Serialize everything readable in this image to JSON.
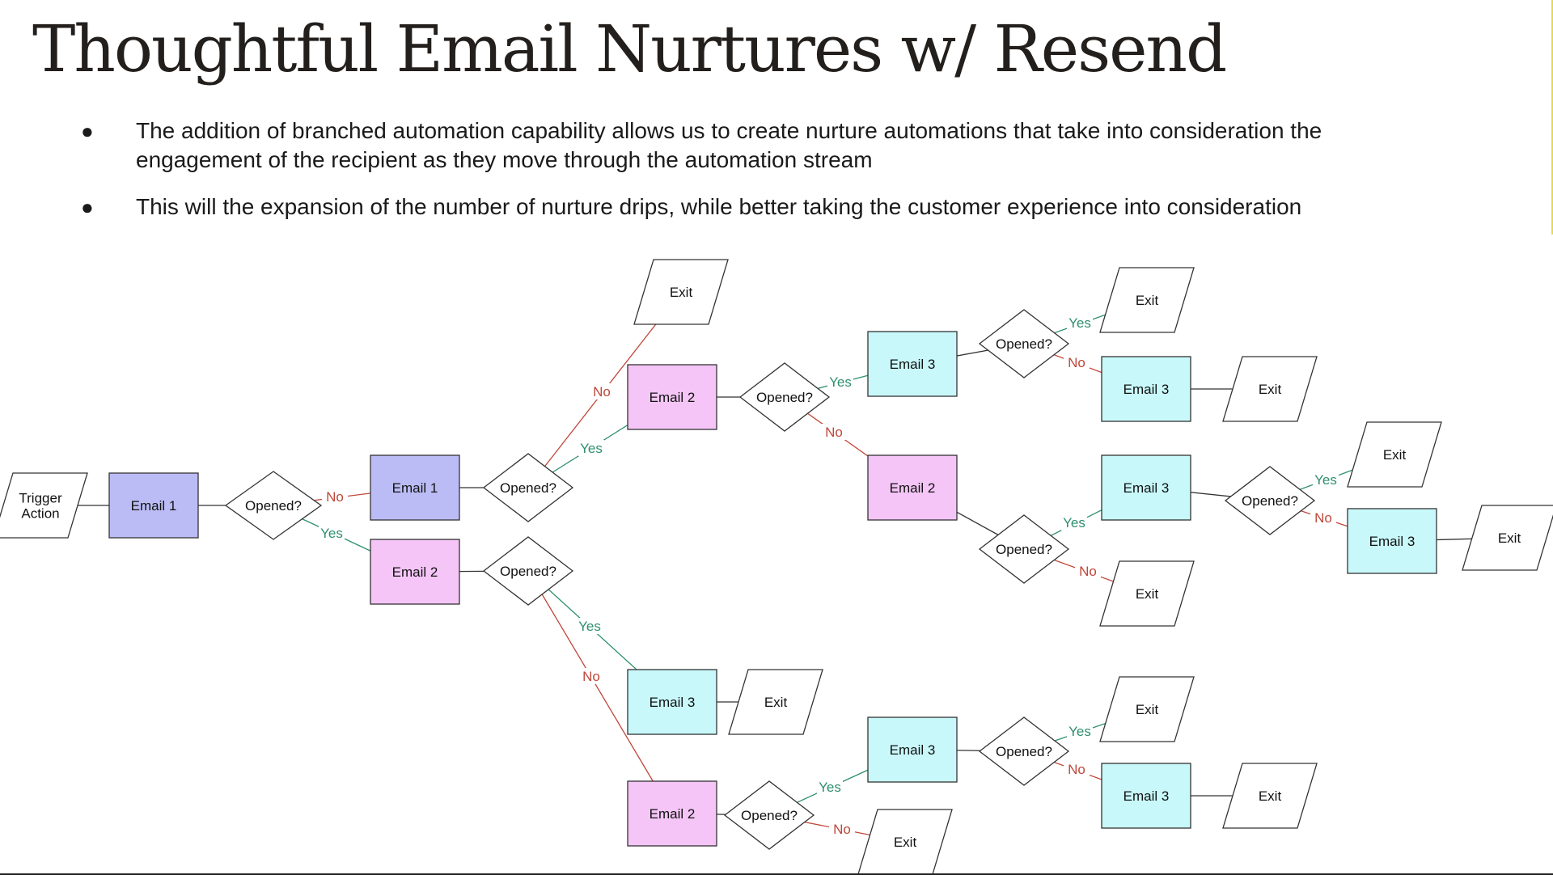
{
  "title": "Thoughtful Email Nurtures w/ Resend",
  "bullets": [
    {
      "marker": "●",
      "text": "The addition of branched automation capability allows us to create nurture automations that take into consideration the engagement of the recipient as they move through the automation stream"
    },
    {
      "marker": "●",
      "text": "This will the expansion of the number of nurture drips, while better taking the customer experience into consideration"
    }
  ],
  "colors": {
    "email1": "#bbbcf6",
    "email2": "#f4c5f6",
    "email3": "#c8f8fa",
    "yes": "#2f8f6f",
    "no": "#c0473a",
    "stroke": "#333333",
    "title": "#231f1c",
    "accent_edge": "#e8d94a"
  },
  "diagram": {
    "nodes": [
      {
        "id": "trigger",
        "type": "parallelogram",
        "lines": [
          "Trigger",
          "Action"
        ]
      },
      {
        "id": "e1",
        "type": "email1",
        "lines": [
          "Email 1"
        ]
      },
      {
        "id": "d1",
        "type": "decision",
        "lines": [
          "Opened?"
        ]
      },
      {
        "id": "e1b",
        "type": "email1",
        "lines": [
          "Email 1"
        ]
      },
      {
        "id": "e2a",
        "type": "email2",
        "lines": [
          "Email 2"
        ]
      },
      {
        "id": "d2",
        "type": "decision",
        "lines": [
          "Opened?"
        ]
      },
      {
        "id": "d3",
        "type": "decision",
        "lines": [
          "Opened?"
        ]
      },
      {
        "id": "exit1",
        "type": "parallelogram",
        "lines": [
          "Exit"
        ]
      },
      {
        "id": "e2b",
        "type": "email2",
        "lines": [
          "Email 2"
        ]
      },
      {
        "id": "d4",
        "type": "decision",
        "lines": [
          "Opened?"
        ]
      },
      {
        "id": "e3a",
        "type": "email3",
        "lines": [
          "Email 3"
        ]
      },
      {
        "id": "d5",
        "type": "decision",
        "lines": [
          "Opened?"
        ]
      },
      {
        "id": "exit2",
        "type": "parallelogram",
        "lines": [
          "Exit"
        ]
      },
      {
        "id": "e3b",
        "type": "email3",
        "lines": [
          "Email 3"
        ]
      },
      {
        "id": "exit3",
        "type": "parallelogram",
        "lines": [
          "Exit"
        ]
      },
      {
        "id": "e2c",
        "type": "email2",
        "lines": [
          "Email 2"
        ]
      },
      {
        "id": "d6",
        "type": "decision",
        "lines": [
          "Opened?"
        ]
      },
      {
        "id": "e3c",
        "type": "email3",
        "lines": [
          "Email 3"
        ]
      },
      {
        "id": "d7",
        "type": "decision",
        "lines": [
          "Opened?"
        ]
      },
      {
        "id": "exit4",
        "type": "parallelogram",
        "lines": [
          "Exit"
        ]
      },
      {
        "id": "e3d",
        "type": "email3",
        "lines": [
          "Email 3"
        ]
      },
      {
        "id": "exit5",
        "type": "parallelogram",
        "lines": [
          "Exit"
        ]
      },
      {
        "id": "exit6",
        "type": "parallelogram",
        "lines": [
          "Exit"
        ]
      },
      {
        "id": "e3e",
        "type": "email3",
        "lines": [
          "Email 3"
        ]
      },
      {
        "id": "exit7",
        "type": "parallelogram",
        "lines": [
          "Exit"
        ]
      },
      {
        "id": "e2d",
        "type": "email2",
        "lines": [
          "Email 2"
        ]
      },
      {
        "id": "d8",
        "type": "decision",
        "lines": [
          "Opened?"
        ]
      },
      {
        "id": "exit8",
        "type": "parallelogram",
        "lines": [
          "Exit"
        ]
      },
      {
        "id": "e3f",
        "type": "email3",
        "lines": [
          "Email 3"
        ]
      },
      {
        "id": "d9",
        "type": "decision",
        "lines": [
          "Opened?"
        ]
      },
      {
        "id": "exit9",
        "type": "parallelogram",
        "lines": [
          "Exit"
        ]
      },
      {
        "id": "e3g",
        "type": "email3",
        "lines": [
          "Email 3"
        ]
      },
      {
        "id": "exit10",
        "type": "parallelogram",
        "lines": [
          "Exit"
        ]
      }
    ],
    "edges": [
      {
        "from": "trigger",
        "to": "e1",
        "label": ""
      },
      {
        "from": "e1",
        "to": "d1",
        "label": ""
      },
      {
        "from": "d1",
        "to": "e1b",
        "label": "No"
      },
      {
        "from": "d1",
        "to": "e2a",
        "label": "Yes"
      },
      {
        "from": "e1b",
        "to": "d2",
        "label": ""
      },
      {
        "from": "e2a",
        "to": "d3",
        "label": ""
      },
      {
        "from": "d2",
        "to": "exit1",
        "label": "No"
      },
      {
        "from": "d2",
        "to": "e2b",
        "label": "Yes"
      },
      {
        "from": "e2b",
        "to": "d4",
        "label": ""
      },
      {
        "from": "d4",
        "to": "e3a",
        "label": "Yes"
      },
      {
        "from": "d4",
        "to": "e2c",
        "label": "No"
      },
      {
        "from": "e3a",
        "to": "d5",
        "label": ""
      },
      {
        "from": "d5",
        "to": "exit2",
        "label": "Yes"
      },
      {
        "from": "d5",
        "to": "e3b",
        "label": "No"
      },
      {
        "from": "e3b",
        "to": "exit3",
        "label": ""
      },
      {
        "from": "e2c",
        "to": "d6",
        "label": ""
      },
      {
        "from": "d6",
        "to": "e3c",
        "label": "Yes"
      },
      {
        "from": "d6",
        "to": "exit5",
        "label": "No"
      },
      {
        "from": "e3c",
        "to": "d7",
        "label": ""
      },
      {
        "from": "d7",
        "to": "exit4",
        "label": "Yes"
      },
      {
        "from": "d7",
        "to": "e3d",
        "label": "No"
      },
      {
        "from": "e3d",
        "to": "exit6",
        "label": ""
      },
      {
        "from": "d3",
        "to": "e3e",
        "label": "Yes"
      },
      {
        "from": "d3",
        "to": "e2d",
        "label": "No"
      },
      {
        "from": "e3e",
        "to": "exit7",
        "label": ""
      },
      {
        "from": "e2d",
        "to": "d8",
        "label": ""
      },
      {
        "from": "d8",
        "to": "e3f",
        "label": "Yes"
      },
      {
        "from": "d8",
        "to": "exit8",
        "label": "No"
      },
      {
        "from": "e3f",
        "to": "d9",
        "label": ""
      },
      {
        "from": "d9",
        "to": "exit9",
        "label": "Yes"
      },
      {
        "from": "d9",
        "to": "e3g",
        "label": "No"
      },
      {
        "from": "e3g",
        "to": "exit10",
        "label": ""
      }
    ]
  }
}
